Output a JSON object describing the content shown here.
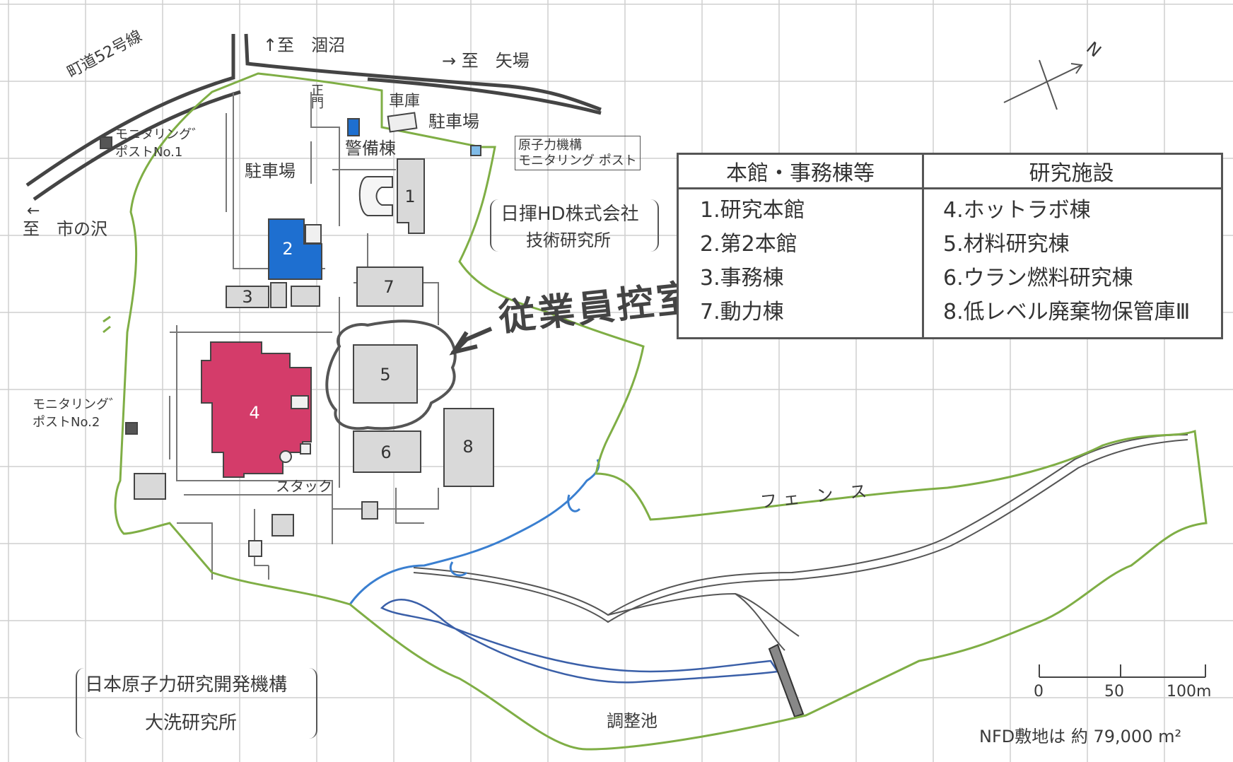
{
  "roads": {
    "town_road": "町道52号線",
    "to_hinuma": "↑至　涸沼",
    "to_yaba": "→ 至　矢場",
    "to_ichinosawa_arrow": "←",
    "to_ichinosawa": "至　市の沢"
  },
  "site_labels": {
    "gate": "正\n門",
    "garage": "車庫",
    "parking_north": "駐車場",
    "guard_building": "警備棟",
    "parking_west": "駐車場",
    "monitoring_post_1": "モニタリング゛\nポストNo.1",
    "monitoring_post_2": "モニタリング゛\nポストNo.2",
    "jaea_post": "原子力機構\nモニタリング ポスト",
    "hitachi_lab_line1": "日揮HD株式会社",
    "hitachi_lab_line2": "技術研究所",
    "handwritten_note": "従業員控室",
    "stack": "スタック",
    "fence": "フェ ン ス",
    "pond": "調整池",
    "jaea_line1": "日本原子力研究開発機構",
    "jaea_line2": "大洗研究所"
  },
  "buildings": [
    "1",
    "2",
    "3",
    "4",
    "5",
    "6",
    "7",
    "8"
  ],
  "legend": {
    "left_header": "本館・事務棟等",
    "right_header": "研究施設",
    "left_items": [
      "1.研究本館",
      "2.第2本館",
      "3.事務棟",
      "7.動力棟"
    ],
    "right_items": [
      "4.ホットラボ棟",
      "5.材料研究棟",
      "6.ウラン燃料研究棟",
      "8.低レベル廃棄物保管庫Ⅲ"
    ]
  },
  "scale": {
    "ticks": [
      "0",
      "50",
      "100m"
    ]
  },
  "area_note": "NFD敷地は 約 79,000 m²",
  "north": "N",
  "colors": {
    "fence_green": "#7fae45",
    "stream_blue": "#3a7fd0",
    "building2_blue": "#1e6fd0",
    "building4_red": "#d43c6a",
    "building_grey": "#d9d9d9",
    "grid": "#c8c8c8"
  }
}
